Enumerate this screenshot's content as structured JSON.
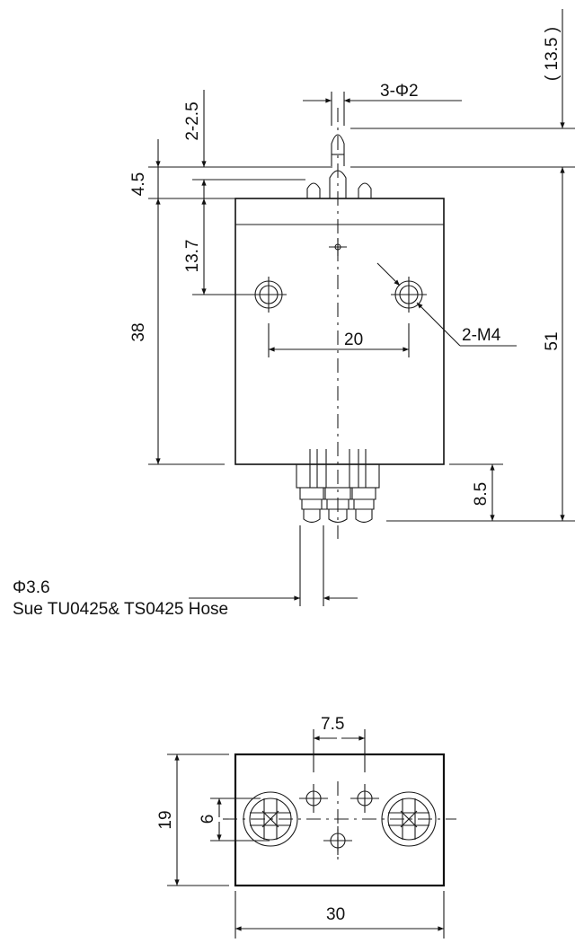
{
  "front_view": {
    "dim_pins": "3-Φ2",
    "dim_pin_length": "2-2.5",
    "dim_top_ref": "( 13.5 )",
    "dim_4_5": "4.5",
    "dim_13_7": "13.7",
    "dim_38": "38",
    "dim_20": "20",
    "dim_thread": "2-M4",
    "dim_51": "51",
    "dim_8_5": "8.5",
    "hose_diameter": "Φ3.6",
    "hose_note": "Sue TU0425& TS0425 Hose"
  },
  "bottom_view": {
    "dim_7_5": "7.5",
    "dim_19": "19",
    "dim_6": "6",
    "dim_30": "30"
  }
}
